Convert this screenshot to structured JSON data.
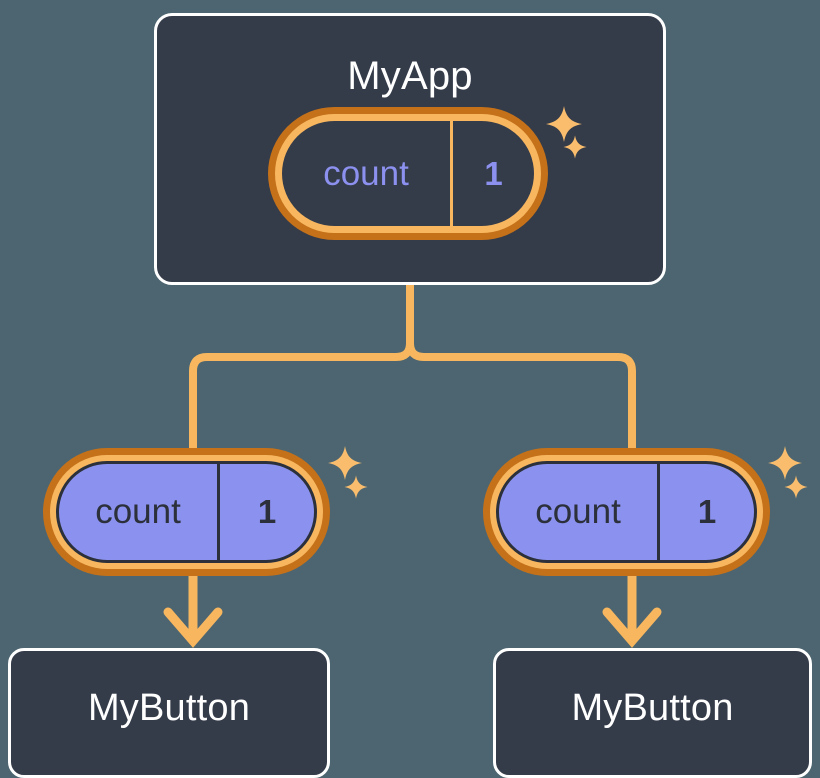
{
  "diagram": {
    "title_root": "MyApp",
    "background_color": "#4c6570",
    "card_color": "#343b49",
    "card_border_color": "#ffffff",
    "pill_outer_color": "#c4711a",
    "pill_ring_color": "#f8b75f",
    "pill_fill_color": "#8b91ee",
    "accent_text_color": "#8c90ee",
    "connector_color": "#f8b75f"
  },
  "root": {
    "name": "root-component",
    "title": "MyApp",
    "state": {
      "key": "count",
      "value": "1"
    }
  },
  "children": [
    {
      "name": "child-left",
      "state": {
        "key": "count",
        "value": "1"
      },
      "title": "MyButton"
    },
    {
      "name": "child-right",
      "state": {
        "key": "count",
        "value": "1"
      },
      "title": "MyButton"
    }
  ],
  "icons": {
    "sparkle": "sparkle-icon",
    "arrow": "arrow-down-icon"
  }
}
